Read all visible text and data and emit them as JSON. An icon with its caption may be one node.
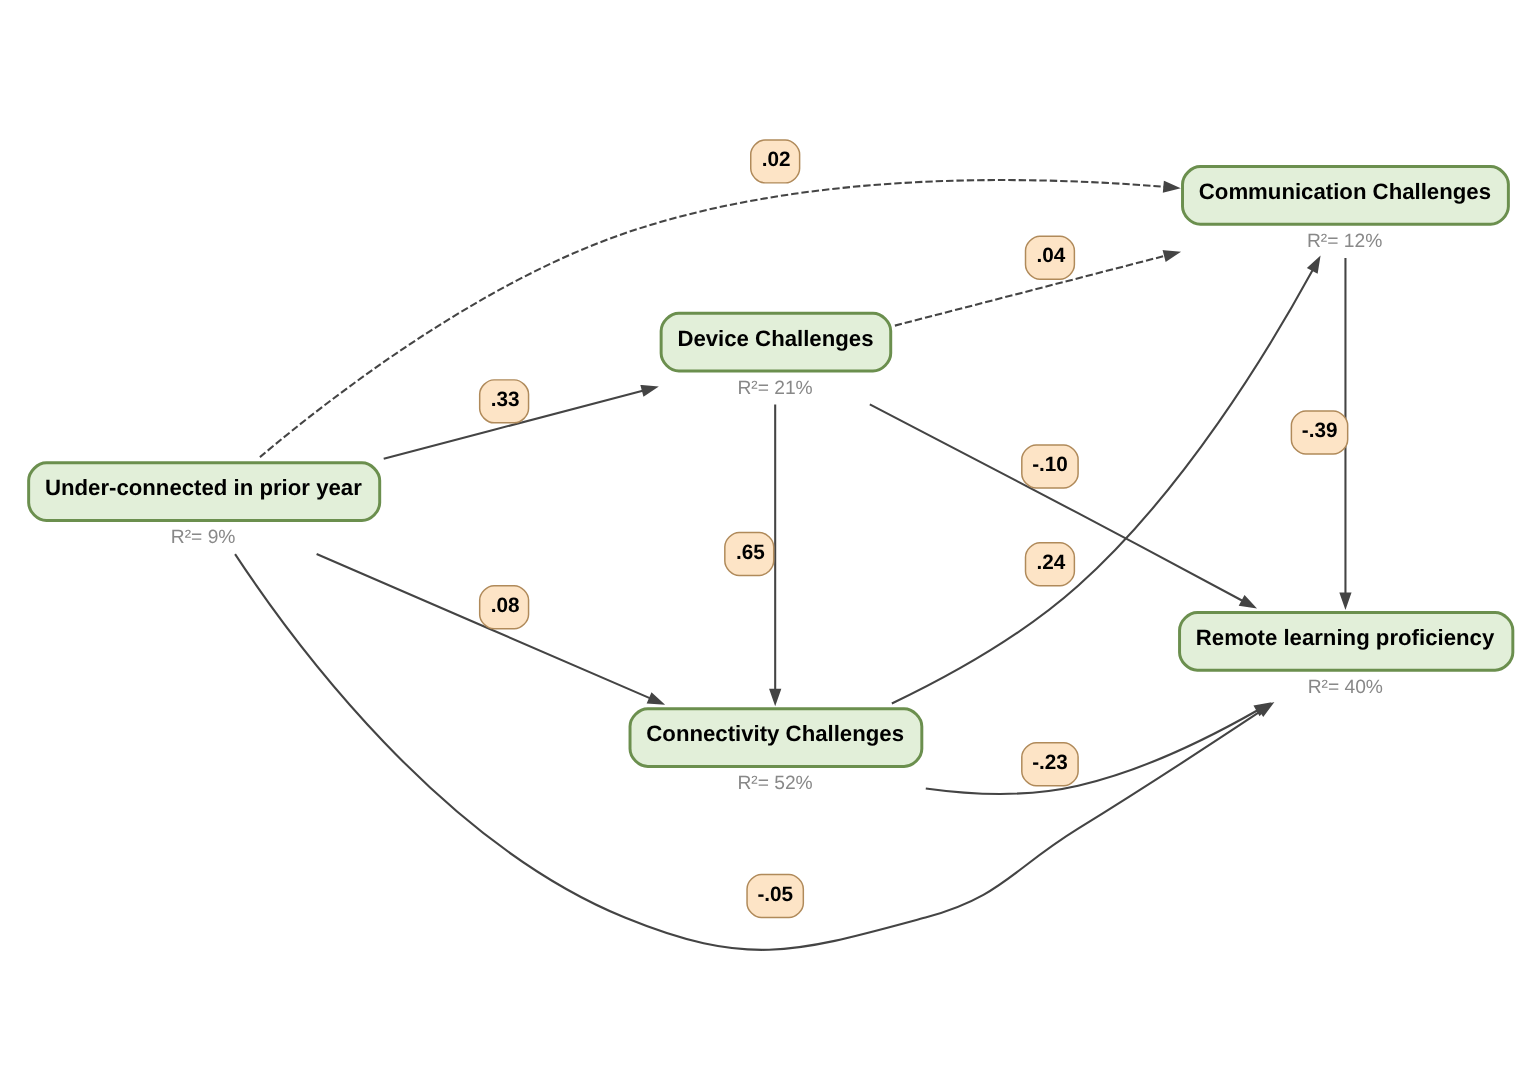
{
  "diagram": {
    "nodes": [
      {
        "text": [
          "Under-connected in prior year"
        ],
        "beside": [
          "R²= 9%"
        ]
      },
      {
        "text": [
          "Device Challenges"
        ],
        "beside": [
          "R²= 21%"
        ]
      },
      {
        "text": [
          "Remote learning proficiency"
        ],
        "beside": [
          "R²= 40%"
        ]
      },
      {
        "text": [
          "Connectivity Challenges"
        ],
        "beside": [
          "R²= 52%"
        ]
      },
      {
        "text": [
          "Communication Challenges"
        ],
        "beside": [
          "R²= 12%"
        ]
      }
    ],
    "edges": [
      {
        "from": 0,
        "to": 1,
        "arrow": "to",
        "label": ".33"
      },
      {
        "from": 0,
        "to": 2,
        "arrow": "to",
        "label": "-.05"
      },
      {
        "from": 0,
        "to": 4,
        "arrow": "to",
        "label": ".02",
        "style": "dashed"
      },
      {
        "from": 0,
        "to": 3,
        "arrow": "to",
        "label": ".08"
      },
      {
        "from": 1,
        "to": 2,
        "arrow": "to",
        "label": "-.10"
      },
      {
        "from": 1,
        "to": 3,
        "arrow": "to",
        "label": ".65"
      },
      {
        "from": 1,
        "to": 4,
        "arrow": "to",
        "label": ".04",
        "style": "dashed"
      },
      {
        "from": 3,
        "to": 2,
        "arrow": "to",
        "label": "-.23"
      },
      {
        "from": 3,
        "to": 4,
        "arrow": "to",
        "label": ".24"
      },
      {
        "from": 4,
        "to": 2,
        "arrow": "to",
        "label": "-.39"
      }
    ]
  }
}
